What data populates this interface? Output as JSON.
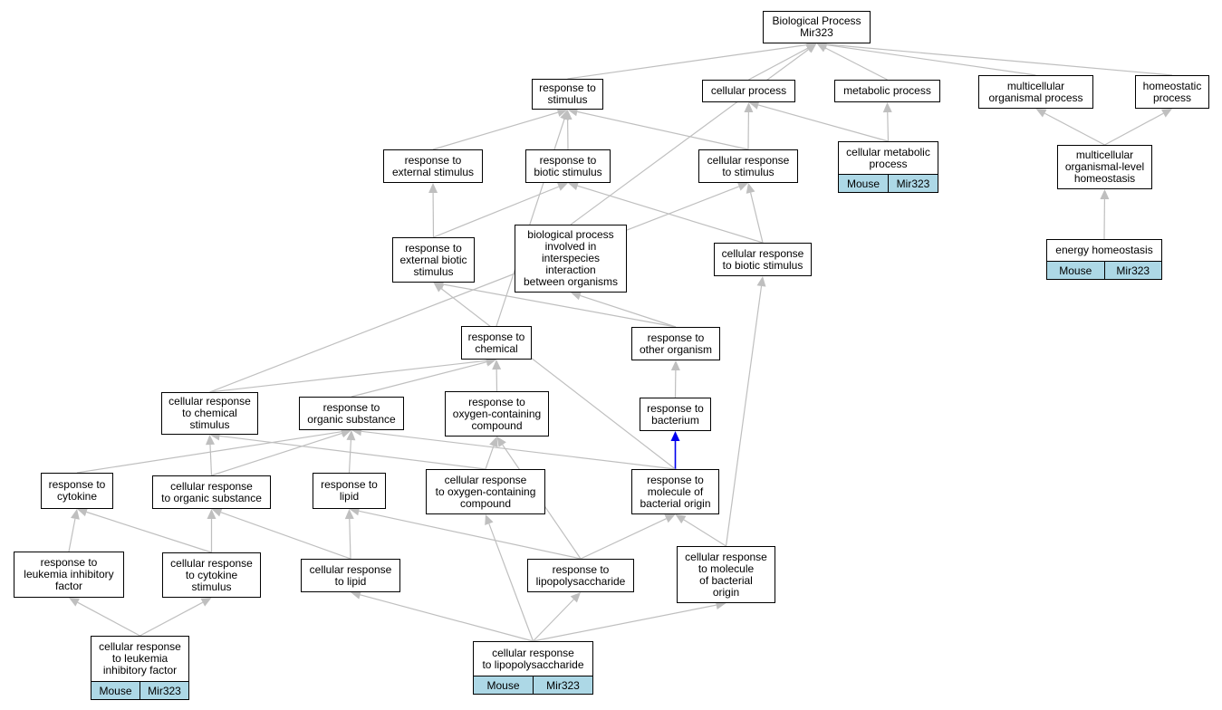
{
  "colors": {
    "edge": "#bfbfbf",
    "highlight_edge": "#0000ee",
    "tag_background": "#add8e6"
  },
  "nodes": [
    {
      "id": "biological-process",
      "label": "Biological Process\nMir323"
    },
    {
      "id": "response-to-stimulus",
      "label": "response to\nstimulus"
    },
    {
      "id": "cellular-process",
      "label": "cellular process"
    },
    {
      "id": "metabolic-process",
      "label": "metabolic process"
    },
    {
      "id": "multicellular-organismal-process",
      "label": "multicellular\norganismal process"
    },
    {
      "id": "homeostatic-process",
      "label": "homeostatic\nprocess"
    },
    {
      "id": "response-to-external-stimulus",
      "label": "response to\nexternal stimulus"
    },
    {
      "id": "response-to-biotic-stimulus",
      "label": "response to\nbiotic stimulus"
    },
    {
      "id": "cellular-response-to-stimulus",
      "label": "cellular response\nto stimulus"
    },
    {
      "id": "cellular-metabolic-process",
      "label": "cellular metabolic\nprocess",
      "tags": [
        "Mouse",
        "Mir323"
      ]
    },
    {
      "id": "multicellular-organismal-level-homeostasis",
      "label": "multicellular\norganismal-level\nhomeostasis"
    },
    {
      "id": "response-to-external-biotic-stimulus",
      "label": "response to\nexternal biotic\nstimulus"
    },
    {
      "id": "biological-process-interspecies",
      "label": "biological process\ninvolved in\ninterspecies\ninteraction\nbetween organisms"
    },
    {
      "id": "cellular-response-to-biotic-stimulus",
      "label": "cellular response\nto biotic stimulus"
    },
    {
      "id": "energy-homeostasis",
      "label": "energy homeostasis",
      "tags": [
        "Mouse",
        "Mir323"
      ]
    },
    {
      "id": "response-to-chemical",
      "label": "response to\nchemical"
    },
    {
      "id": "response-to-other-organism",
      "label": "response to\nother organism"
    },
    {
      "id": "cellular-response-to-chemical-stimulus",
      "label": "cellular response\nto chemical\nstimulus"
    },
    {
      "id": "response-to-organic-substance",
      "label": "response to\norganic substance"
    },
    {
      "id": "response-to-oxygen-containing-compound",
      "label": "response to\noxygen-containing\ncompound"
    },
    {
      "id": "response-to-bacterium",
      "label": "response to\nbacterium"
    },
    {
      "id": "response-to-cytokine",
      "label": "response to\ncytokine"
    },
    {
      "id": "cellular-response-to-organic-substance",
      "label": "cellular response\nto organic substance"
    },
    {
      "id": "response-to-lipid",
      "label": "response to\nlipid"
    },
    {
      "id": "cellular-response-to-oxygen-containing-compound",
      "label": "cellular response\nto oxygen-containing\ncompound"
    },
    {
      "id": "response-to-molecule-of-bacterial-origin",
      "label": "response to\nmolecule of\nbacterial origin"
    },
    {
      "id": "response-to-leukemia-inhibitory-factor",
      "label": "response to\nleukemia inhibitory\nfactor"
    },
    {
      "id": "cellular-response-to-cytokine-stimulus",
      "label": "cellular response\nto cytokine\nstimulus"
    },
    {
      "id": "cellular-response-to-lipid",
      "label": "cellular response\nto lipid"
    },
    {
      "id": "response-to-lipopolysaccharide",
      "label": "response to\nlipopolysaccharide"
    },
    {
      "id": "cellular-response-to-molecule-of-bacterial-origin",
      "label": "cellular response\nto molecule\nof bacterial\norigin"
    },
    {
      "id": "cellular-response-to-leukemia-inhibitory-factor",
      "label": "cellular response\nto leukemia\ninhibitory factor",
      "tags": [
        "Mouse",
        "Mir323"
      ]
    },
    {
      "id": "cellular-response-to-lipopolysaccharide",
      "label": "cellular response\nto lipopolysaccharide",
      "tags": [
        "Mouse",
        "Mir323"
      ]
    }
  ],
  "edges": [
    {
      "from": "response-to-stimulus",
      "to": "biological-process"
    },
    {
      "from": "cellular-process",
      "to": "biological-process"
    },
    {
      "from": "metabolic-process",
      "to": "biological-process"
    },
    {
      "from": "multicellular-organismal-process",
      "to": "biological-process"
    },
    {
      "from": "homeostatic-process",
      "to": "biological-process"
    },
    {
      "from": "biological-process-interspecies",
      "to": "biological-process"
    },
    {
      "from": "response-to-external-stimulus",
      "to": "response-to-stimulus"
    },
    {
      "from": "response-to-biotic-stimulus",
      "to": "response-to-stimulus"
    },
    {
      "from": "cellular-response-to-stimulus",
      "to": "response-to-stimulus"
    },
    {
      "from": "response-to-chemical",
      "to": "response-to-stimulus"
    },
    {
      "from": "cellular-response-to-stimulus",
      "to": "cellular-process"
    },
    {
      "from": "cellular-metabolic-process",
      "to": "cellular-process"
    },
    {
      "from": "cellular-metabolic-process",
      "to": "metabolic-process"
    },
    {
      "from": "multicellular-organismal-level-homeostasis",
      "to": "multicellular-organismal-process"
    },
    {
      "from": "multicellular-organismal-level-homeostasis",
      "to": "homeostatic-process"
    },
    {
      "from": "energy-homeostasis",
      "to": "multicellular-organismal-level-homeostasis"
    },
    {
      "from": "response-to-external-biotic-stimulus",
      "to": "response-to-external-stimulus"
    },
    {
      "from": "response-to-external-biotic-stimulus",
      "to": "response-to-biotic-stimulus"
    },
    {
      "from": "cellular-response-to-biotic-stimulus",
      "to": "response-to-biotic-stimulus"
    },
    {
      "from": "cellular-response-to-biotic-stimulus",
      "to": "cellular-response-to-stimulus"
    },
    {
      "from": "cellular-response-to-chemical-stimulus",
      "to": "cellular-response-to-stimulus"
    },
    {
      "from": "response-to-other-organism",
      "to": "response-to-external-biotic-stimulus"
    },
    {
      "from": "response-to-other-organism",
      "to": "biological-process-interspecies"
    },
    {
      "from": "response-to-molecule-of-bacterial-origin",
      "to": "response-to-external-biotic-stimulus"
    },
    {
      "from": "cellular-response-to-molecule-of-bacterial-origin",
      "to": "cellular-response-to-biotic-stimulus"
    },
    {
      "from": "response-to-bacterium",
      "to": "response-to-other-organism"
    },
    {
      "from": "cellular-response-to-chemical-stimulus",
      "to": "response-to-chemical"
    },
    {
      "from": "response-to-organic-substance",
      "to": "response-to-chemical"
    },
    {
      "from": "response-to-oxygen-containing-compound",
      "to": "response-to-chemical"
    },
    {
      "from": "response-to-molecule-of-bacterial-origin",
      "to": "response-to-bacterium",
      "highlight": true
    },
    {
      "from": "response-to-cytokine",
      "to": "response-to-organic-substance"
    },
    {
      "from": "cellular-response-to-organic-substance",
      "to": "cellular-response-to-chemical-stimulus"
    },
    {
      "from": "cellular-response-to-organic-substance",
      "to": "response-to-organic-substance"
    },
    {
      "from": "response-to-lipid",
      "to": "response-to-organic-substance"
    },
    {
      "from": "response-to-molecule-of-bacterial-origin",
      "to": "response-to-organic-substance"
    },
    {
      "from": "cellular-response-to-oxygen-containing-compound",
      "to": "cellular-response-to-chemical-stimulus"
    },
    {
      "from": "cellular-response-to-oxygen-containing-compound",
      "to": "response-to-oxygen-containing-compound"
    },
    {
      "from": "response-to-lipopolysaccharide",
      "to": "response-to-oxygen-containing-compound"
    },
    {
      "from": "response-to-leukemia-inhibitory-factor",
      "to": "response-to-cytokine"
    },
    {
      "from": "cellular-response-to-cytokine-stimulus",
      "to": "response-to-cytokine"
    },
    {
      "from": "cellular-response-to-cytokine-stimulus",
      "to": "cellular-response-to-organic-substance"
    },
    {
      "from": "cellular-response-to-lipid",
      "to": "response-to-lipid"
    },
    {
      "from": "cellular-response-to-lipid",
      "to": "cellular-response-to-organic-substance"
    },
    {
      "from": "response-to-lipopolysaccharide",
      "to": "response-to-lipid"
    },
    {
      "from": "response-to-lipopolysaccharide",
      "to": "response-to-molecule-of-bacterial-origin"
    },
    {
      "from": "cellular-response-to-molecule-of-bacterial-origin",
      "to": "response-to-molecule-of-bacterial-origin"
    },
    {
      "from": "cellular-response-to-leukemia-inhibitory-factor",
      "to": "response-to-leukemia-inhibitory-factor"
    },
    {
      "from": "cellular-response-to-leukemia-inhibitory-factor",
      "to": "cellular-response-to-cytokine-stimulus"
    },
    {
      "from": "cellular-response-to-lipopolysaccharide",
      "to": "cellular-response-to-lipid"
    },
    {
      "from": "cellular-response-to-lipopolysaccharide",
      "to": "response-to-lipopolysaccharide"
    },
    {
      "from": "cellular-response-to-lipopolysaccharide",
      "to": "cellular-response-to-oxygen-containing-compound"
    },
    {
      "from": "cellular-response-to-lipopolysaccharide",
      "to": "cellular-response-to-molecule-of-bacterial-origin"
    }
  ]
}
